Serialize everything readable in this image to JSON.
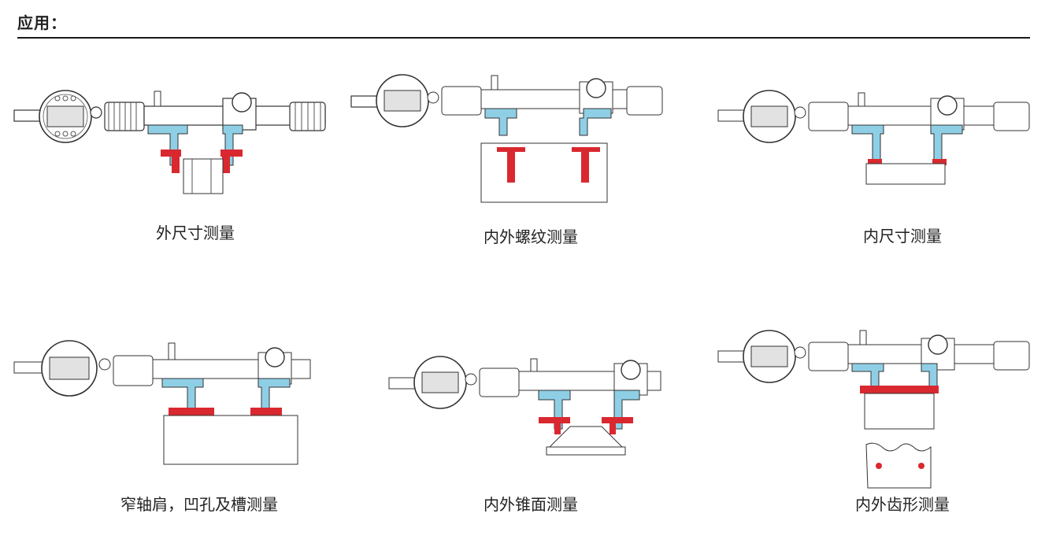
{
  "header": {
    "title": "应用："
  },
  "colors": {
    "blue": "#8fcfe6",
    "red": "#d9282f",
    "line": "#333333",
    "hatch": "#666666"
  },
  "figures": [
    {
      "id": "outer",
      "caption": "外尺寸测量"
    },
    {
      "id": "thread",
      "caption": "内外螺纹测量"
    },
    {
      "id": "inner",
      "caption": "内尺寸测量"
    },
    {
      "id": "groove",
      "caption": "窄轴肩，凹孔及槽测量"
    },
    {
      "id": "cone",
      "caption": "内外锥面测量"
    },
    {
      "id": "gear",
      "caption": "内外齿形测量"
    }
  ]
}
